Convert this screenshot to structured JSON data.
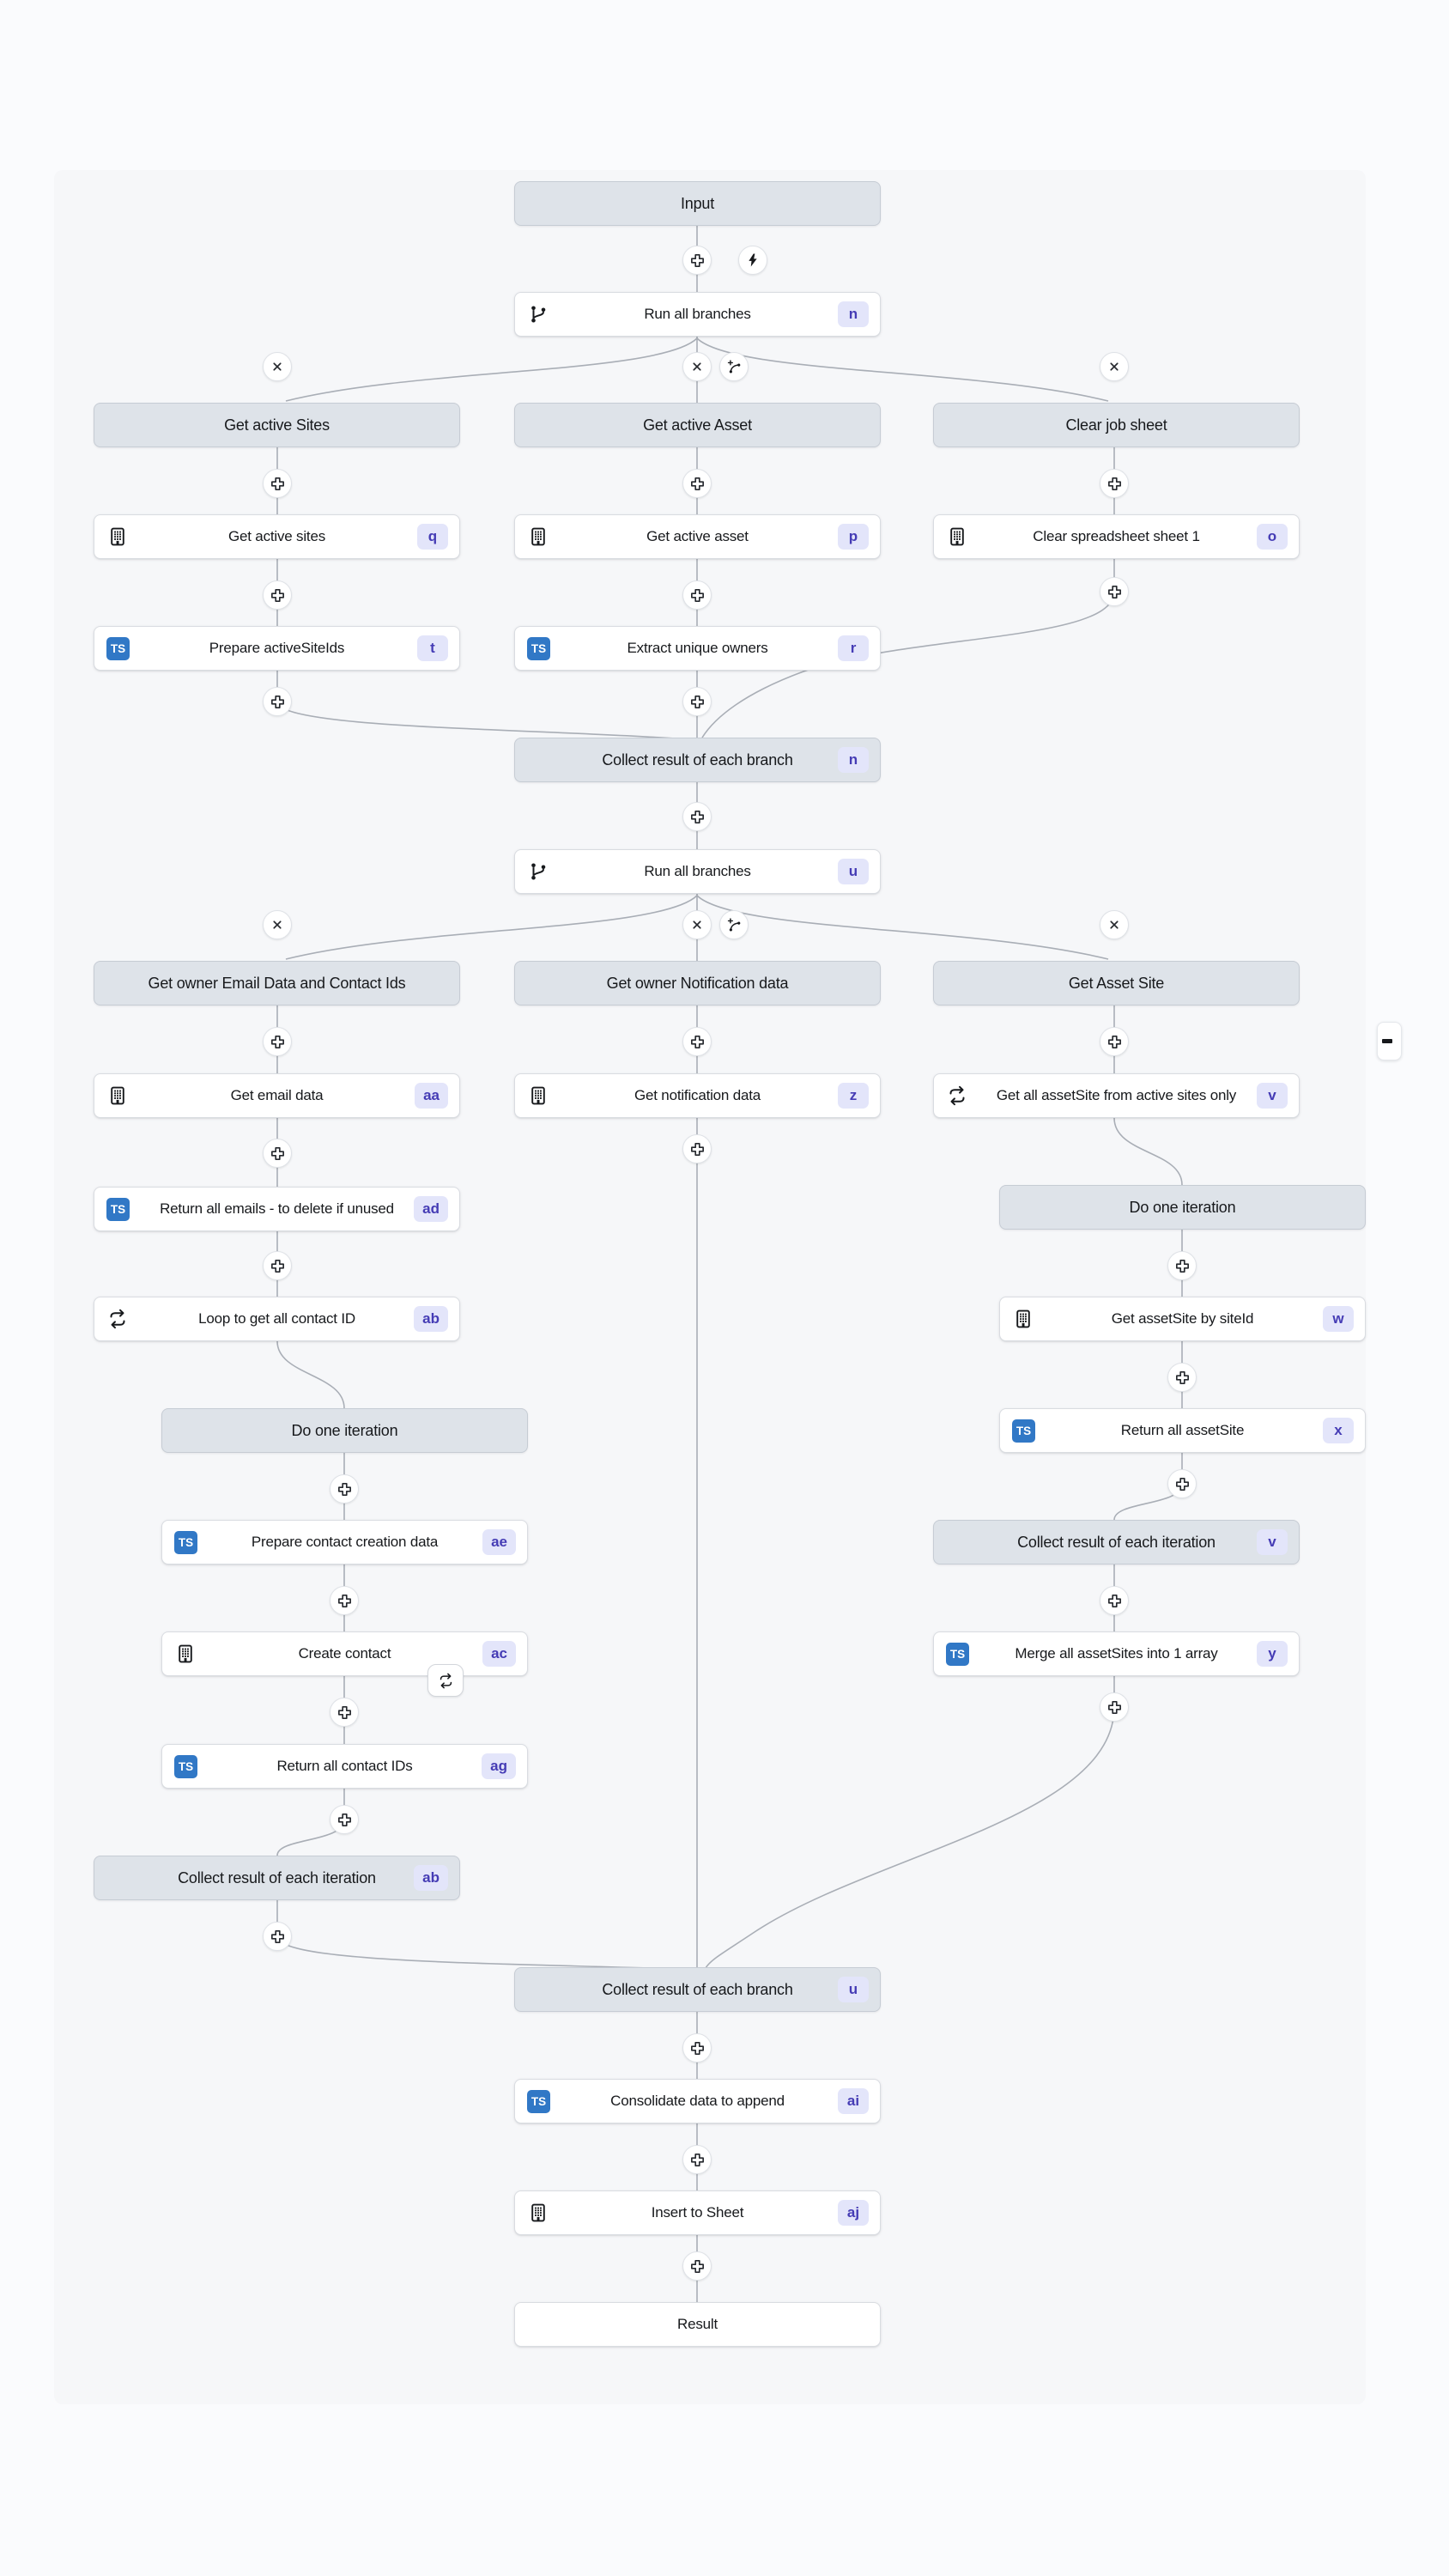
{
  "app": {
    "view": "workflow-canvas"
  },
  "colors": {
    "page_bg": "#fafbfd",
    "canvas_bg": "#f6f7f9",
    "node_bg": "#ffffff",
    "node_border": "#d9dce1",
    "group_bg": "#dee3e9",
    "group_border": "#c6ccd4",
    "badge_bg": "#e3e5fa",
    "badge_text": "#453cb5",
    "typescript_blue": "#3178c6",
    "edge": "#a9aeb6",
    "icon": "#17191c"
  },
  "icons": {
    "ts_label": "TS",
    "add_step": "plus-icon",
    "delete_branch": "x-icon",
    "quick_action": "lightning-icon",
    "add_branch": "branch-plus-icon",
    "retry": "loop-icon"
  },
  "nodes": {
    "input": {
      "label": "Input"
    },
    "run_all_branches_1": {
      "label": "Run all branches",
      "badge": "n",
      "icon": "git-branch"
    },
    "branch_get_active_sites": {
      "label": "Get active Sites"
    },
    "branch_get_active_asset": {
      "label": "Get active Asset"
    },
    "branch_clear_job_sheet": {
      "label": "Clear job sheet"
    },
    "get_active_sites": {
      "label": "Get active sites",
      "badge": "q",
      "icon": "building"
    },
    "get_active_asset": {
      "label": "Get active asset",
      "badge": "p",
      "icon": "building"
    },
    "clear_spreadsheet_sheet_1": {
      "label": "Clear spreadsheet sheet 1",
      "badge": "o",
      "icon": "building"
    },
    "prepare_activesiteids": {
      "label": "Prepare activeSiteIds",
      "badge": "t",
      "icon": "typescript"
    },
    "extract_unique_owners": {
      "label": "Extract unique owners",
      "badge": "r",
      "icon": "typescript"
    },
    "collect_branch_1": {
      "label": "Collect result of each branch",
      "badge": "n"
    },
    "run_all_branches_2": {
      "label": "Run all branches",
      "badge": "u",
      "icon": "git-branch"
    },
    "branch_owner_email": {
      "label": "Get owner Email Data and Contact Ids"
    },
    "branch_owner_notification": {
      "label": "Get owner Notification data"
    },
    "branch_get_asset_site": {
      "label": "Get Asset Site"
    },
    "get_email_data": {
      "label": "Get email data",
      "badge": "aa",
      "icon": "building"
    },
    "get_notification_data": {
      "label": "Get notification data",
      "badge": "z",
      "icon": "building"
    },
    "get_all_assetsite": {
      "label": "Get all assetSite from active sites only",
      "badge": "v",
      "icon": "loop"
    },
    "return_all_emails": {
      "label": "Return all emails - to delete if unused",
      "badge": "ad",
      "icon": "typescript"
    },
    "loop_get_contact_id": {
      "label": "Loop to get all contact ID",
      "badge": "ab",
      "icon": "loop"
    },
    "do_one_iteration_left": {
      "label": "Do one iteration"
    },
    "prepare_contact_creation": {
      "label": "Prepare contact creation data",
      "badge": "ae",
      "icon": "typescript"
    },
    "create_contact": {
      "label": "Create contact",
      "badge": "ac",
      "icon": "building"
    },
    "return_all_contact_ids": {
      "label": "Return all contact IDs",
      "badge": "ag",
      "icon": "typescript"
    },
    "collect_iteration_left": {
      "label": "Collect result of each iteration",
      "badge": "ab"
    },
    "do_one_iteration_right": {
      "label": "Do one iteration"
    },
    "get_assetsite_by_siteid": {
      "label": "Get assetSite by siteId",
      "badge": "w",
      "icon": "building"
    },
    "return_all_assetsite": {
      "label": "Return all assetSite",
      "badge": "x",
      "icon": "typescript"
    },
    "collect_iteration_right": {
      "label": "Collect result of each iteration",
      "badge": "v"
    },
    "merge_assetsites": {
      "label": "Merge all assetSites into 1 array",
      "badge": "y",
      "icon": "typescript"
    },
    "collect_branch_2": {
      "label": "Collect result of each branch",
      "badge": "u"
    },
    "consolidate_data": {
      "label": "Consolidate data to append",
      "badge": "ai",
      "icon": "typescript"
    },
    "insert_to_sheet": {
      "label": "Insert to Sheet",
      "badge": "aj",
      "icon": "building"
    },
    "result": {
      "label": "Result"
    }
  }
}
